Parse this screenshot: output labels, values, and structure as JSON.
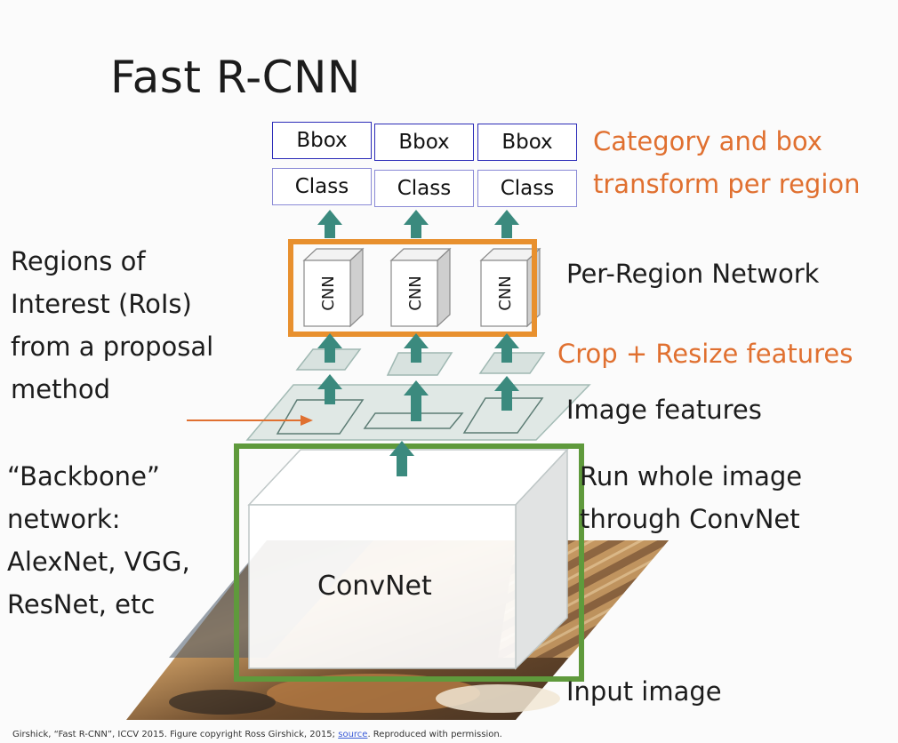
{
  "title": "Fast R-CNN",
  "heads": [
    {
      "bbox_label": "Bbox",
      "class_label": "Class"
    },
    {
      "bbox_label": "Bbox",
      "class_label": "Class"
    },
    {
      "bbox_label": "Bbox",
      "class_label": "Class"
    }
  ],
  "cnn_label": "CNN",
  "convnet_label": "ConvNet",
  "left_labels": {
    "rois": [
      "Regions of",
      "Interest (RoIs)",
      "from a proposal",
      "method"
    ],
    "backbone": [
      "“Backbone”",
      "network:",
      "AlexNet, VGG,",
      "ResNet, etc"
    ]
  },
  "right_labels": {
    "category": [
      "Category and box",
      "transform per region"
    ],
    "per_region": "Per-Region Network",
    "crop": "Crop + Resize features",
    "image_features": "Image features",
    "run_whole": [
      "Run whole image",
      "through ConvNet"
    ],
    "input_image": "Input image"
  },
  "citation": {
    "text": "Girshick, “Fast R-CNN”, ICCV 2015. Figure copyright Ross Girshick, 2015; ",
    "link": "source",
    "suffix": ". Reproduced with permission."
  },
  "colors": {
    "accent_orange": "#e07030",
    "arrow_teal": "#3b8a7e",
    "convnet_frame_green": "#5f9a3c",
    "box_border_blue": "#2b2bb8"
  }
}
